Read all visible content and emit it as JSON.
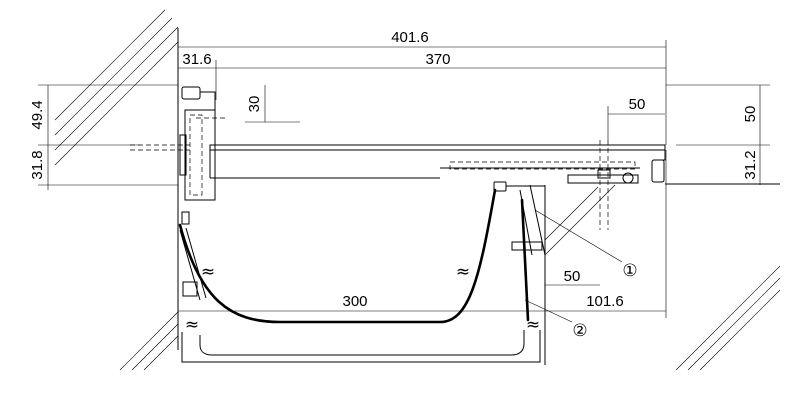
{
  "dimensions": {
    "overall_width": "401.6",
    "face_offset": "31.6",
    "opening_width": "370",
    "upper_height": "49.4",
    "lower_height": "31.8",
    "bracket_drop": "30",
    "right_offset": "50",
    "right_height": "50",
    "right_lower": "31.2",
    "tray_width": "300",
    "gap_width": "50",
    "right_depth": "101.6"
  },
  "callouts": {
    "part_1": "①",
    "part_2": "②"
  },
  "break_symbols": {
    "glyph": "≈"
  }
}
